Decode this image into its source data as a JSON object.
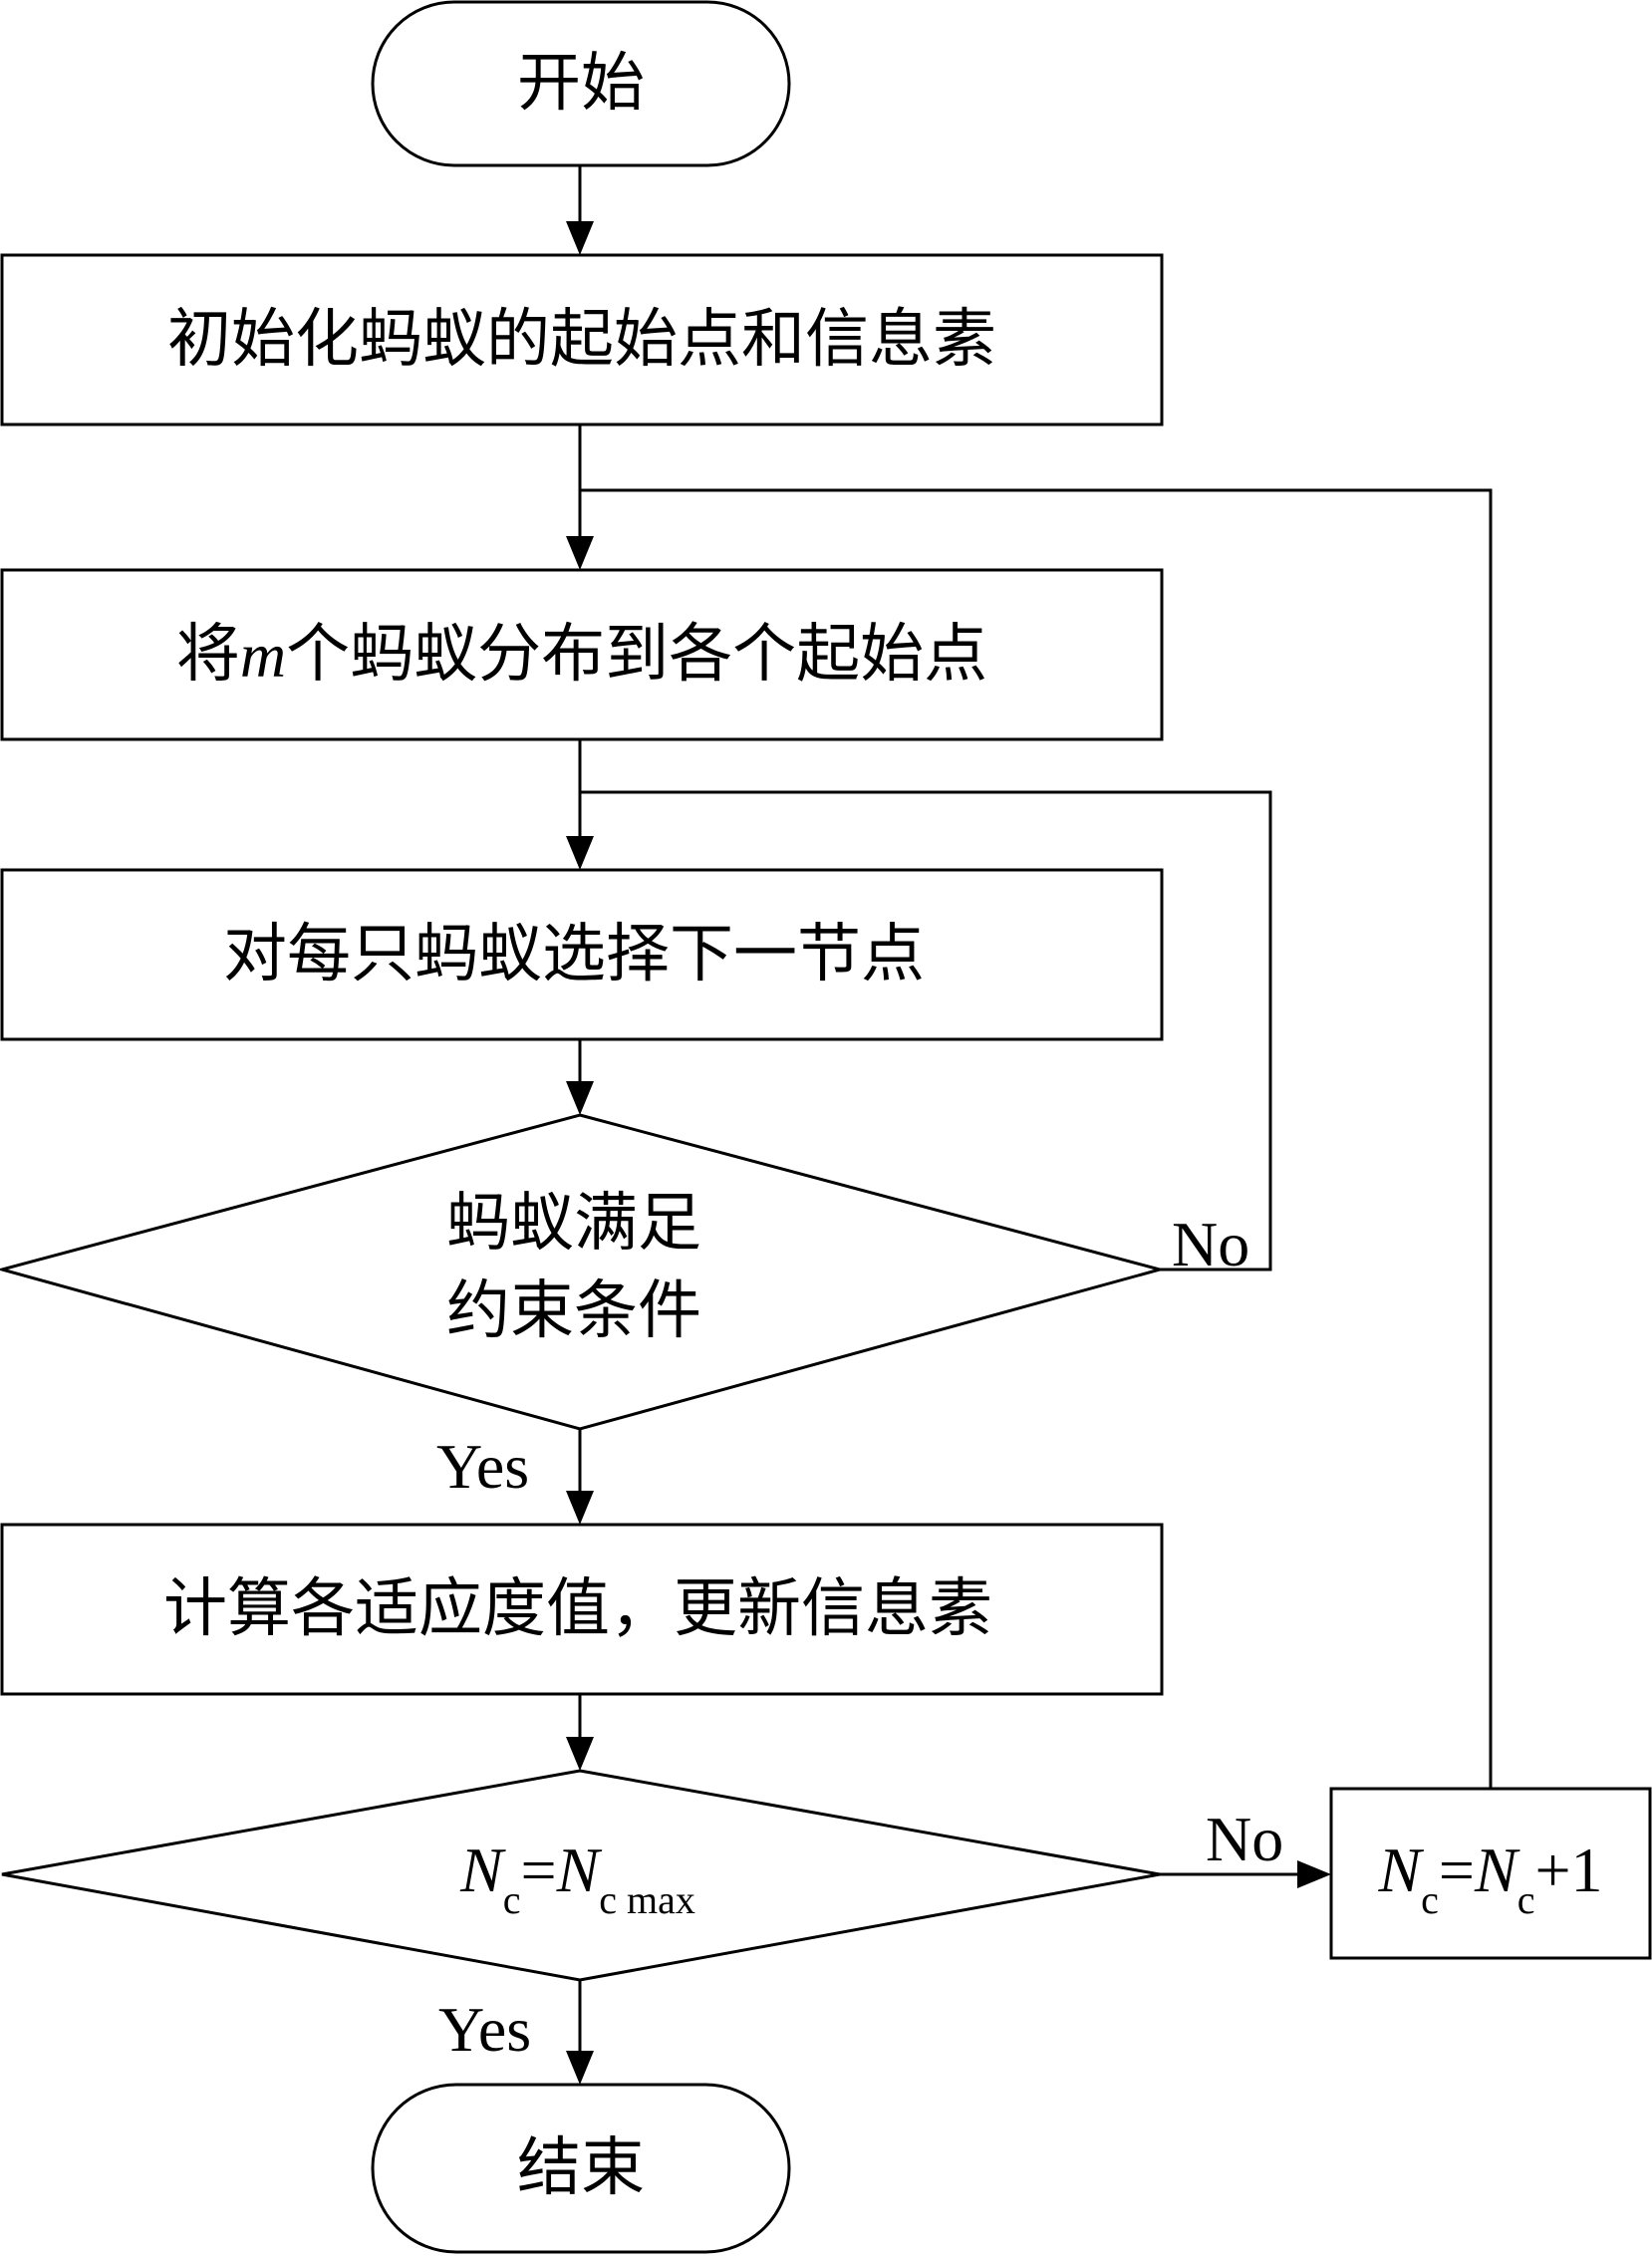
{
  "nodes": {
    "start": "开始",
    "init": "初始化蚂蚁的起始点和信息素",
    "distribute": {
      "prefix": "将",
      "var": "m",
      "suffix": "个蚂蚁分布到各个起始点"
    },
    "select_next": "对每只蚂蚁选择下一节点",
    "constraint_check": {
      "line1": "蚂蚁满足",
      "line2": "约束条件"
    },
    "update": "计算各适应度值，更新信息素",
    "iteration_check": {
      "lhs": "N",
      "lhs_sub": "c",
      "equals": "=",
      "rhs": "N",
      "rhs_sub": "c max"
    },
    "increment": {
      "lhs": "N",
      "lhs_sub": "c",
      "equals": "=",
      "rhs": "N",
      "rhs_sub": "c",
      "plus_one": "+1"
    },
    "end": "结束"
  },
  "edge_labels": {
    "constraint_no": "No",
    "constraint_yes": "Yes",
    "iteration_no": "No",
    "iteration_yes": "Yes"
  }
}
